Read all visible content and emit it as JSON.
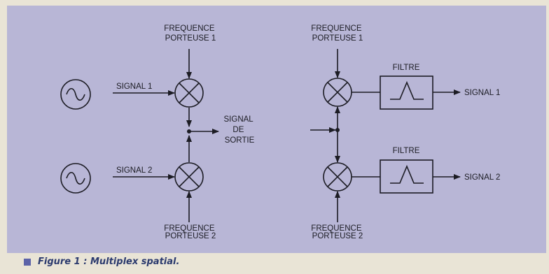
{
  "labels": {
    "left_carrier_top": [
      "FREQUENCE",
      "PORTEUSE 1"
    ],
    "left_carrier_bottom": [
      "FREQUENCE",
      "PORTEUSE 2"
    ],
    "signal1_in": "SIGNAL 1",
    "signal2_in": "SIGNAL 2",
    "output": [
      "SIGNAL",
      "DE",
      "SORTIE"
    ],
    "right_carrier_top": [
      "FREQUENCE",
      "PORTEUSE 1"
    ],
    "right_carrier_bottom": [
      "FREQUENCE",
      "PORTEUSE 2"
    ],
    "filter_top": "FILTRE",
    "filter_bottom": "FILTRE",
    "signal1_out": "SIGNAL 1",
    "signal2_out": "SIGNAL 2"
  },
  "caption": "Figure 1 : Multiplex spatial.",
  "colors": {
    "page": "#e9e4d6",
    "panel": "#b8b6d6",
    "ink": "#1c1c24",
    "caption": "#2b3a6e",
    "bullet": "#5c63a8"
  }
}
